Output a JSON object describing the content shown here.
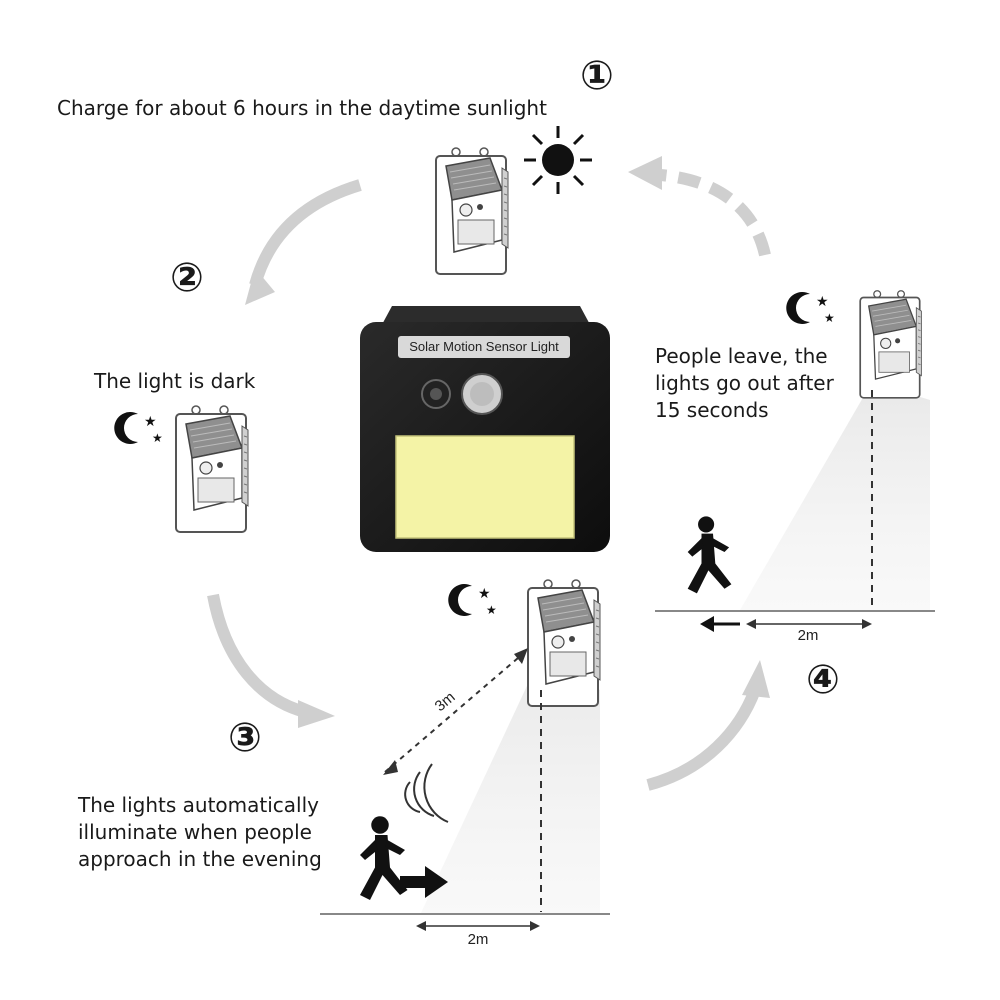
{
  "steps": {
    "one": {
      "number": "①",
      "caption": "Charge for about 6 hours in the daytime sunlight"
    },
    "two": {
      "number": "②",
      "caption": "The light is dark"
    },
    "three": {
      "number": "③",
      "caption_lines": [
        "The lights automatically",
        "illuminate when people",
        "approach in the evening"
      ]
    },
    "four": {
      "number": "④",
      "caption_lines": [
        "People leave, the",
        "lights go out after",
        "15 seconds"
      ]
    }
  },
  "product": {
    "label": "Solar Motion Sensor Light"
  },
  "measurements": {
    "detect_range": "3m",
    "distance_a": "2m",
    "distance_b": "2m"
  },
  "icons": [
    "sun-icon",
    "moon-star-icon",
    "running-person-icon",
    "cycle-arrow-icon",
    "motion-wave-icon"
  ],
  "colors": {
    "arrow_gray": "#cfcfcf",
    "panel_black": "#1b1b1b",
    "led_yellow": "#f4f3a6",
    "text": "#1a1a1a"
  }
}
